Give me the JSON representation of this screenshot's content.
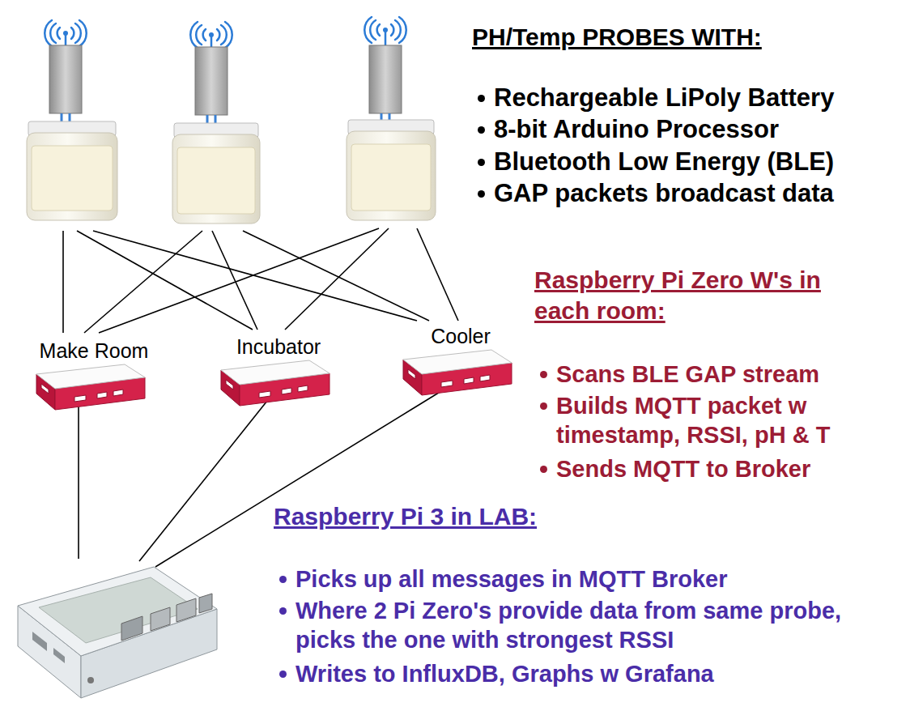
{
  "diagram": {
    "nodes": [
      {
        "text": [
          "Make Room"
        ]
      },
      {
        "text": [
          "Incubator"
        ]
      },
      {
        "text": [
          "Cooler"
        ]
      }
    ],
    "labels": [
      "PH/Temp PROBES WITH:",
      "Rechargeable LiPoly Battery",
      "8-bit Arduino Processor",
      "Bluetooth Low Energy (BLE)",
      "GAP packets broadcast data",
      "Raspberry Pi Zero W's in each room:",
      "Scans BLE GAP stream",
      "Builds MQTT packet w timestamp, RSSI, pH & T",
      "Sends MQTT to Broker",
      "Raspberry Pi 3 in LAB:",
      "Picks up all messages in MQTT Broker",
      "Where 2 Pi Zero's provide data from same probe, picks the one with strongest RSSI",
      "Writes to InfluxDB, Graphs w Grafana"
    ]
  }
}
